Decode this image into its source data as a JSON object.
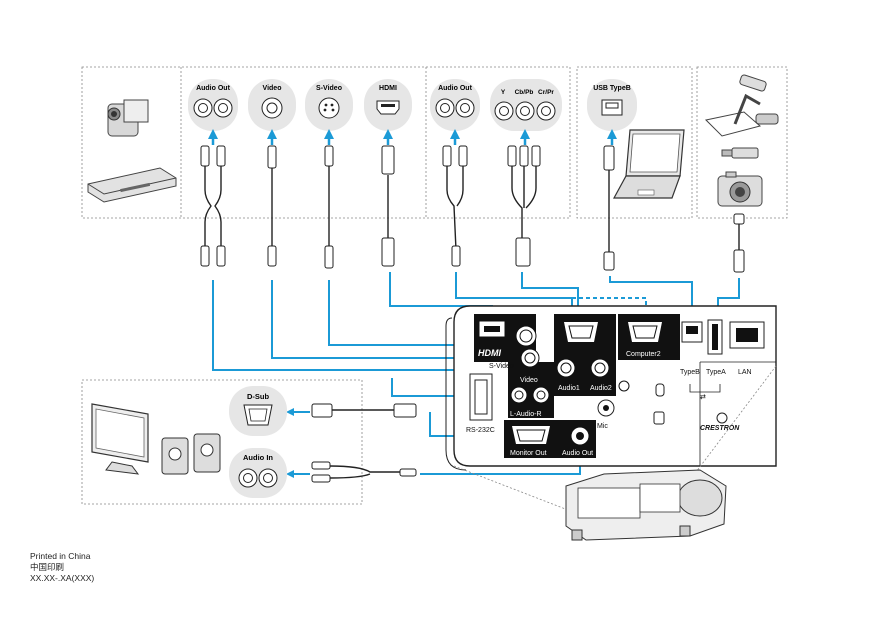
{
  "ports": {
    "audio_out": "Audio Out",
    "video": "Video",
    "svideo": "S-Video",
    "hdmi": "HDMI",
    "audio_out_2": "Audio Out",
    "y": "Y",
    "cbpb": "Cb/Pb",
    "crpr": "Cr/Pr",
    "usb_typeb": "USB TypeB",
    "dsub": "D-Sub",
    "audio_in": "Audio In"
  },
  "panel": {
    "hdmi_logo": "HDMI",
    "svideo": "S-Video",
    "video": "Video",
    "l_audio_r": "L-Audio-R",
    "audio1": "Audio1",
    "audio2": "Audio2",
    "computer2": "Computer2",
    "rs232c": "RS-232C",
    "monitor_out": "Monitor Out",
    "audio_out": "Audio Out",
    "mic": "Mic",
    "typeb": "TypeB",
    "typea": "TypeA",
    "lan": "LAN",
    "crestron": "CRESTRON"
  },
  "footer": {
    "printed": "Printed in China",
    "cn": "中国印刷",
    "code": "XX.XX-.XA(XXX)"
  },
  "colors": {
    "accent": "#1b9ad6",
    "badge": "#e6e6e6",
    "line": "#222222"
  }
}
